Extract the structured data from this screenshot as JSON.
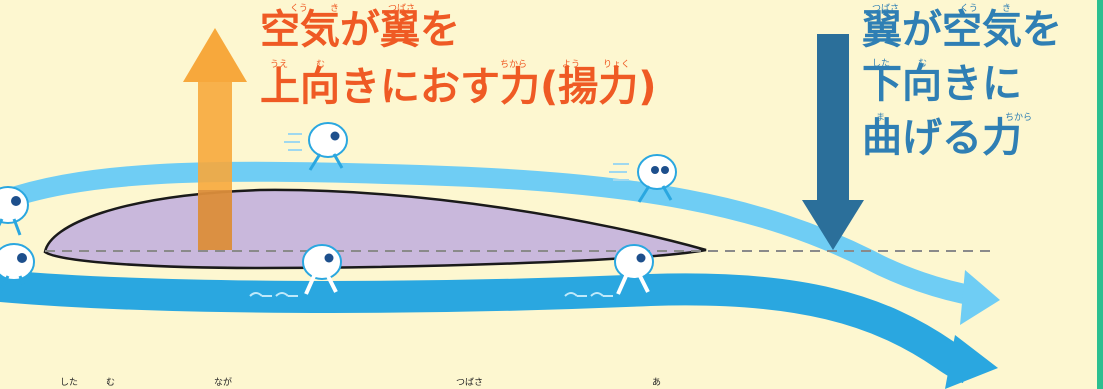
{
  "colors": {
    "background": "#fdf7d0",
    "lift_arrow": "#f7a83c",
    "downward_arrow": "#2b6f9a",
    "upper_stream": "#6fcdf4",
    "lower_stream": "#2aa7e0",
    "airfoil_fill": "#c9b8dc",
    "label_orange": "#ef5a24",
    "label_blue": "#2f7fb4",
    "right_edge": "#2bbf8f"
  },
  "left_label": {
    "line1": "空気が翼を",
    "line2": "上向きにおす力(揚力)",
    "ruby_line1": [
      "くう",
      "き",
      "つばさ"
    ],
    "ruby_line2": [
      "うえ",
      "む",
      "ちから",
      "よう",
      "りょく"
    ]
  },
  "right_label": {
    "line1": "翼が空気を",
    "line2": "下向きに",
    "line3": "曲げる力",
    "ruby_line1": [
      "つばさ",
      "くう",
      "き"
    ],
    "ruby_line2": [
      "した",
      "む"
    ],
    "ruby_line3": [
      "ま",
      "ちから"
    ]
  },
  "bottom_ruby": [
    "した",
    "む",
    "なが",
    "つばさ",
    "あ"
  ],
  "icons": {
    "lift_arrow": "up-arrow",
    "down_arrow": "down-arrow",
    "characters": "air-droplet-mascot"
  }
}
